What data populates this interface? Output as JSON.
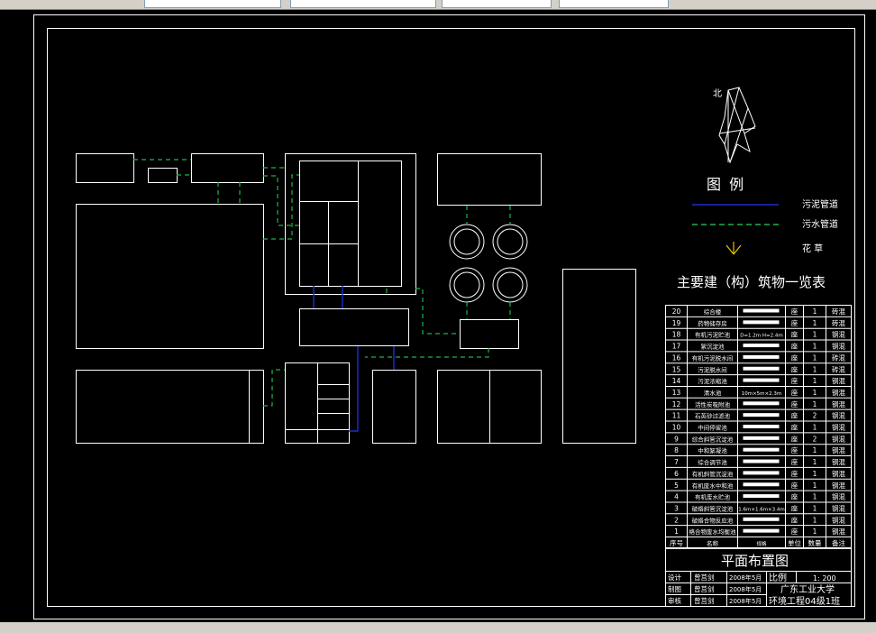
{
  "legend": {
    "north": "北",
    "title": "图 例",
    "items": [
      {
        "label": "污泥管道",
        "color": "#1a2fcf"
      },
      {
        "label": "污水管道",
        "color": "#22b14c"
      },
      {
        "label": "花 草",
        "color": "#e6c200"
      }
    ]
  },
  "table": {
    "title": "主要建（构）筑物一览表",
    "rows": [
      {
        "no": "20",
        "name": "综合楼",
        "spec": "",
        "unit": "座",
        "qty": "1",
        "note": "砖混"
      },
      {
        "no": "19",
        "name": "药物储存房",
        "spec": "",
        "unit": "座",
        "qty": "1",
        "note": "砖混"
      },
      {
        "no": "18",
        "name": "有机污泥贮池",
        "spec": "D=1.2m H=2.4m",
        "unit": "座",
        "qty": "1",
        "note": "钢混"
      },
      {
        "no": "17",
        "name": "絮沉淀池",
        "spec": "",
        "unit": "座",
        "qty": "1",
        "note": "钢混"
      },
      {
        "no": "16",
        "name": "有机污泥脱水间",
        "spec": "",
        "unit": "座",
        "qty": "1",
        "note": "砖混"
      },
      {
        "no": "15",
        "name": "污泥脱水间",
        "spec": "",
        "unit": "座",
        "qty": "1",
        "note": "砖混"
      },
      {
        "no": "14",
        "name": "污泥浓缩池",
        "spec": "",
        "unit": "座",
        "qty": "1",
        "note": "钢混"
      },
      {
        "no": "13",
        "name": "清水池",
        "spec": "10m×5m×2.3m",
        "unit": "座",
        "qty": "1",
        "note": "钢混"
      },
      {
        "no": "12",
        "name": "活性炭吸附池",
        "spec": "",
        "unit": "座",
        "qty": "1",
        "note": "钢混"
      },
      {
        "no": "11",
        "name": "石英砂过滤池",
        "spec": "",
        "unit": "座",
        "qty": "2",
        "note": "钢混"
      },
      {
        "no": "10",
        "name": "中间停留池",
        "spec": "",
        "unit": "座",
        "qty": "1",
        "note": "钢混"
      },
      {
        "no": "9",
        "name": "综合斜管沉淀池",
        "spec": "",
        "unit": "座",
        "qty": "2",
        "note": "钢混"
      },
      {
        "no": "8",
        "name": "中和絮凝池",
        "spec": "",
        "unit": "座",
        "qty": "1",
        "note": "钢混"
      },
      {
        "no": "7",
        "name": "综合调节池",
        "spec": "",
        "unit": "座",
        "qty": "1",
        "note": "钢混"
      },
      {
        "no": "6",
        "name": "有机斜管沉淀池",
        "spec": "",
        "unit": "座",
        "qty": "1",
        "note": "钢混"
      },
      {
        "no": "5",
        "name": "有机废水中和池",
        "spec": "",
        "unit": "座",
        "qty": "1",
        "note": "钢混"
      },
      {
        "no": "4",
        "name": "有机废水贮池",
        "spec": "",
        "unit": "座",
        "qty": "1",
        "note": "钢混"
      },
      {
        "no": "3",
        "name": "破络斜管沉淀池",
        "spec": "1.6m×1.6m×3.4m",
        "unit": "座",
        "qty": "1",
        "note": "钢混"
      },
      {
        "no": "2",
        "name": "破络合物反应池",
        "spec": "",
        "unit": "座",
        "qty": "1",
        "note": "钢混"
      },
      {
        "no": "1",
        "name": "络合物废水均衡池",
        "spec": "",
        "unit": "座",
        "qty": "1",
        "note": "钢混"
      }
    ],
    "header": {
      "no": "序号",
      "name": "名称",
      "spec": "规格",
      "unit": "单位",
      "qty": "数量",
      "note": "备注"
    }
  },
  "titleblock": {
    "drawing_title": "平面布置图",
    "rows": [
      {
        "role": "设计",
        "name": "曾莒剑",
        "date": "2008年5月"
      },
      {
        "role": "制图",
        "name": "曾莒剑",
        "date": "2008年5月"
      },
      {
        "role": "审核",
        "name": "曾莒剑",
        "date": "2008年5月"
      }
    ],
    "scale_label": "比例",
    "scale_value": "1: 200",
    "school": "广东工业大学",
    "class": "环境工程04级1班"
  }
}
